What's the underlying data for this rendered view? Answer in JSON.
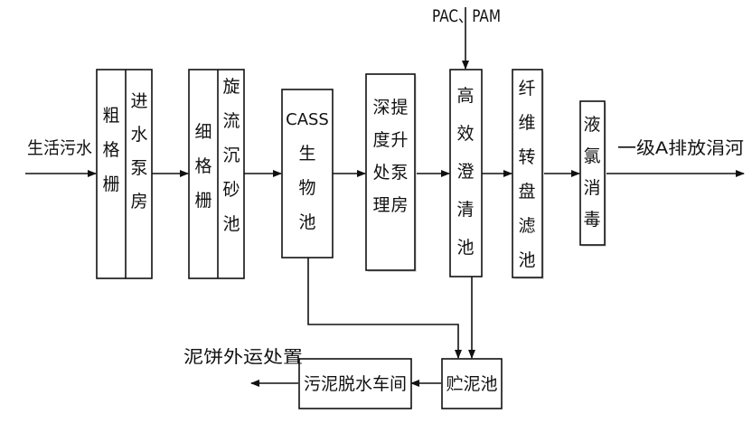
{
  "inputs": {
    "source": "生活污水",
    "chemicals": "PAC、PAM"
  },
  "output": "一级A排放涓河",
  "units": {
    "coarse_screen": "粗格栅",
    "inlet_pump_house": "进水泵房",
    "fine_screen": "细格栅",
    "grit_chamber": "旋流沉砂池",
    "cass_prefix": "CASS",
    "cass_suffix": "生物池",
    "deep_pump_house": "深度处理提升泵房",
    "hi_clarifier": "高效澄清池",
    "fiber_filter": "纤维转盘滤池",
    "chlorination": "液氯消毒",
    "sludge_tank": "贮泥池",
    "dewatering": "污泥脱水车间"
  },
  "sludge_output": "泥饼外运处置"
}
